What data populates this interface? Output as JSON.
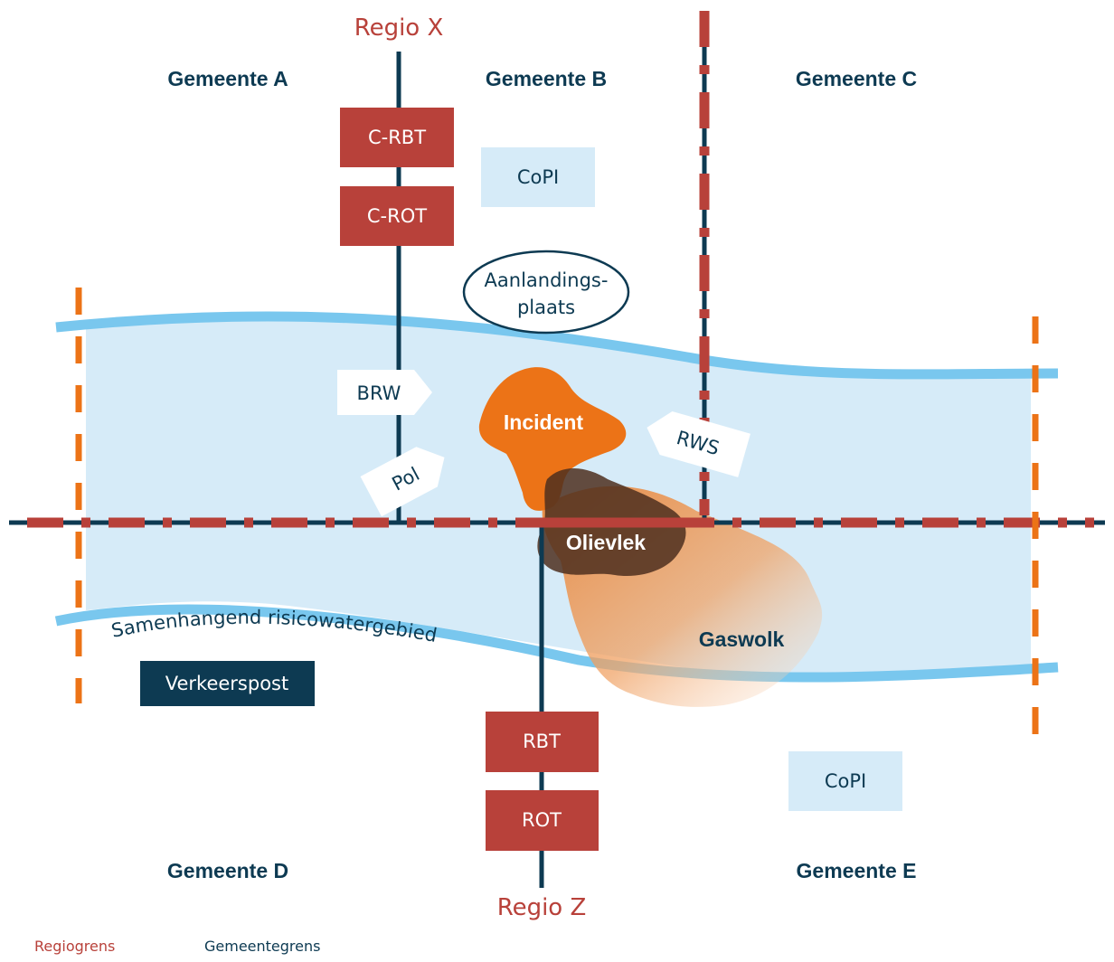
{
  "colors": {
    "navy": "#0d3a52",
    "region_red": "#b8413a",
    "orange": "#ec7317",
    "river_line": "#79c7ee",
    "water_fill": "#d6ebf8",
    "oil": "#5c3a26"
  },
  "regions": {
    "top": "Regio X",
    "bottom": "Regio Z"
  },
  "municipalities": {
    "a": "Gemeente A",
    "b": "Gemeente B",
    "c": "Gemeente C",
    "d": "Gemeente D",
    "e": "Gemeente E"
  },
  "boxes": {
    "c_rbt": "C-RBT",
    "c_rot": "C-ROT",
    "copi_top": "CoPI",
    "copi_bottom": "CoPI",
    "rbt": "RBT",
    "rot": "ROT",
    "verkeerspost": "Verkeerspost"
  },
  "landing": {
    "line1": "Aanlandings-",
    "line2": "plaats"
  },
  "arrows": {
    "brw": "BRW",
    "pol": "Pol",
    "rws": "RWS"
  },
  "hazards": {
    "incident": "Incident",
    "olievlek": "Olievlek",
    "gaswolk": "Gaswolk"
  },
  "water_area_label": "Samenhangend risicowatergebied",
  "legend": {
    "region_border": "Regiogrens",
    "municipal_border": "Gemeentegrens"
  }
}
